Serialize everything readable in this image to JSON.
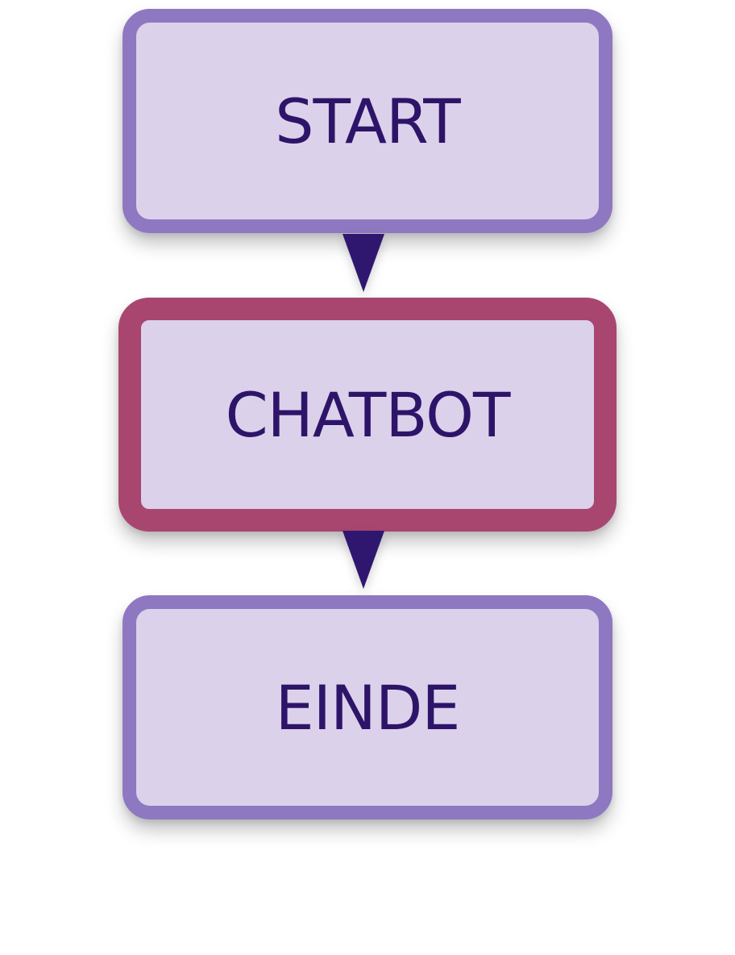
{
  "diagram": {
    "nodes": [
      {
        "id": "start",
        "label": "START",
        "border_color": "#8e78c2",
        "fill_color": "#dbd1ea"
      },
      {
        "id": "chatbot",
        "label": "CHATBOT",
        "border_color": "#a9466f",
        "fill_color": "#dbd1ea"
      },
      {
        "id": "end",
        "label": "EINDE",
        "border_color": "#8e78c2",
        "fill_color": "#dbd1ea"
      }
    ],
    "edges": [
      {
        "from": "start",
        "to": "chatbot",
        "arrow_color": "#2f1770"
      },
      {
        "from": "chatbot",
        "to": "end",
        "arrow_color": "#2f1770"
      }
    ],
    "text_color": "#2e1469"
  }
}
